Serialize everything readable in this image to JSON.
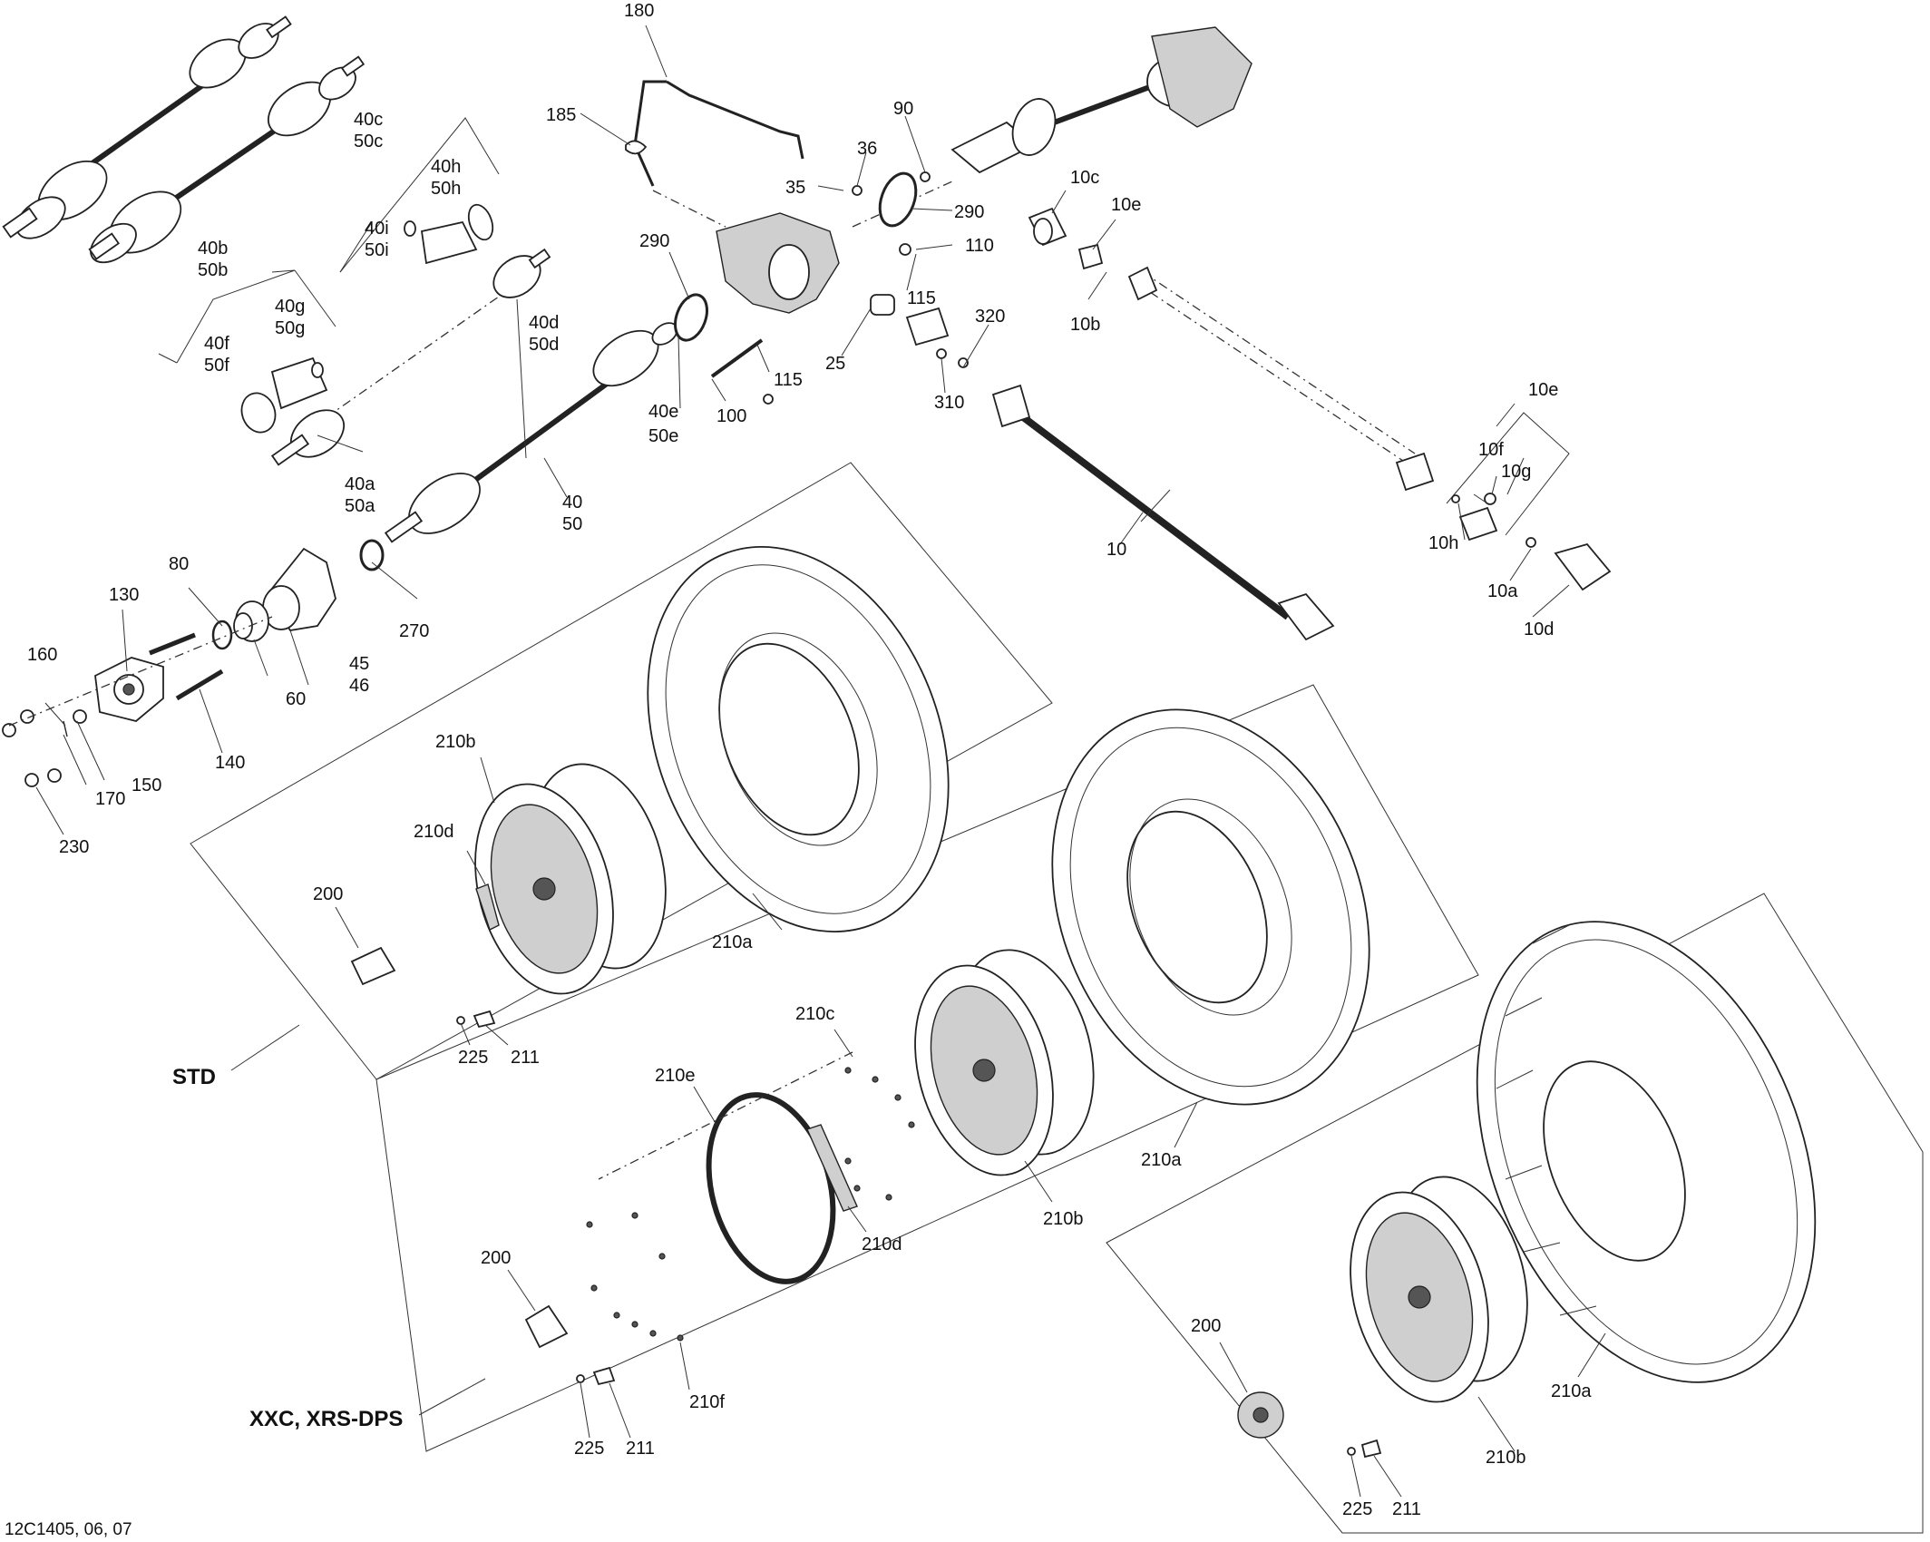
{
  "reference_code": "12C1405, 06, 07",
  "variants": {
    "std": "STD",
    "xxc": "XXC, XRS-DPS"
  },
  "callouts": {
    "c180": "180",
    "c185": "185",
    "c90": "90",
    "c36": "36",
    "c35": "35",
    "c290a": "290",
    "c290b": "290",
    "c110": "110",
    "c115a": "115",
    "c115b": "115",
    "c25": "25",
    "c320": "320",
    "c310": "310",
    "c100": "100",
    "c40e": "40e",
    "c50e": "50e",
    "c10c": "10c",
    "c10e_top": "10e",
    "c10b": "10b",
    "c40c": "40c",
    "c50c": "50c",
    "c40h": "40h",
    "c50h": "50h",
    "c40i": "40i",
    "c50i": "50i",
    "c40d": "40d",
    "c50d": "50d",
    "c40b": "40b",
    "c50b": "50b",
    "c40g": "40g",
    "c50g": "50g",
    "c40f": "40f",
    "c50f": "50f",
    "c40a": "40a",
    "c50a": "50a",
    "c40": "40",
    "c50": "50",
    "c10e_right": "10e",
    "c10f": "10f",
    "c10g": "10g",
    "c10h": "10h",
    "c10a": "10a",
    "c10d": "10d",
    "c10": "10",
    "c80": "80",
    "c130": "130",
    "c160": "160",
    "c45": "45",
    "c46": "46",
    "c270": "270",
    "c60": "60",
    "c140": "140",
    "c150": "150",
    "c170": "170",
    "c230": "230",
    "c210b_std": "210b",
    "c210d_std": "210d",
    "c200_std": "200",
    "c210a_std": "210a",
    "c225_std": "225",
    "c211_std": "211",
    "c210c": "210c",
    "c210e": "210e",
    "c210d_xxc": "210d",
    "c210a_xxc": "210a",
    "c210b_xxc": "210b",
    "c200_xxc": "200",
    "c210f": "210f",
    "c225_xxc": "225",
    "c211_xxc": "211",
    "c200_r": "200",
    "c210a_r": "210a",
    "c210b_r": "210b",
    "c225_r": "225",
    "c211_r": "211"
  }
}
